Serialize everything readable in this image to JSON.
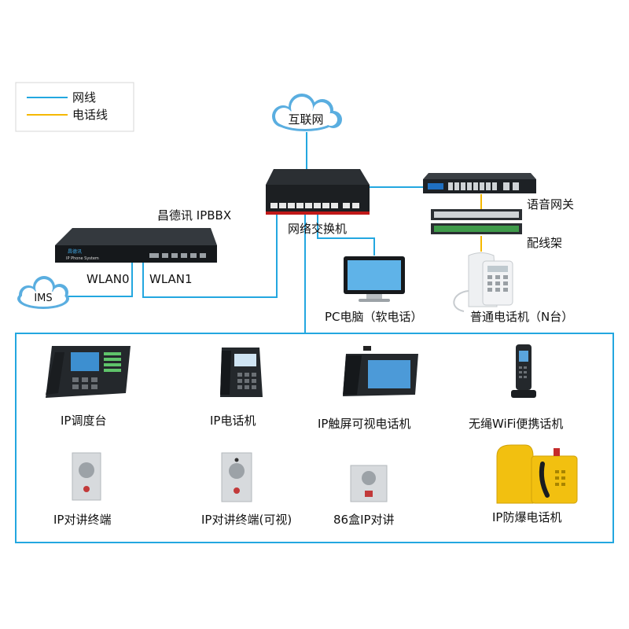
{
  "legend": {
    "network_line": "网线",
    "phone_line": "电话线"
  },
  "colors": {
    "network_line": "#23a7e0",
    "phone_line": "#f5b800",
    "frame": "#23a7e0",
    "cloud": "#5aaee0",
    "device_dark": "#1e2226",
    "yellow_phone": "#f2c010"
  },
  "cloud_internet": "互联网",
  "cloud_ims": "IMS",
  "switch_label": "网络交换机",
  "pbx": {
    "title": "昌德讯 IPBBX",
    "brand": "昌德讯",
    "product": "IP Phone System",
    "port_labels": [
      "WLAN0",
      "WLAN1"
    ]
  },
  "voice_gateway": "语音网关",
  "patch_panel": "配线架",
  "pc": "PC电脑（软电话）",
  "analog_phone": "普通电话机（N台）",
  "devices": [
    {
      "label": "IP调度台",
      "icon": "dispatch-console-icon"
    },
    {
      "label": "IP电话机",
      "icon": "ip-phone-icon"
    },
    {
      "label": "IP触屏可视电话机",
      "icon": "touchscreen-video-phone-icon"
    },
    {
      "label": "无绳WiFi便携话机",
      "icon": "cordless-wifi-phone-icon"
    },
    {
      "label": "IP对讲终端",
      "icon": "intercom-icon"
    },
    {
      "label": "IP对讲终端(可视)",
      "icon": "video-intercom-icon"
    },
    {
      "label": "86盒IP对讲",
      "icon": "wall-box-intercom-icon"
    },
    {
      "label": "IP防爆电话机",
      "icon": "explosion-proof-phone-icon"
    }
  ]
}
